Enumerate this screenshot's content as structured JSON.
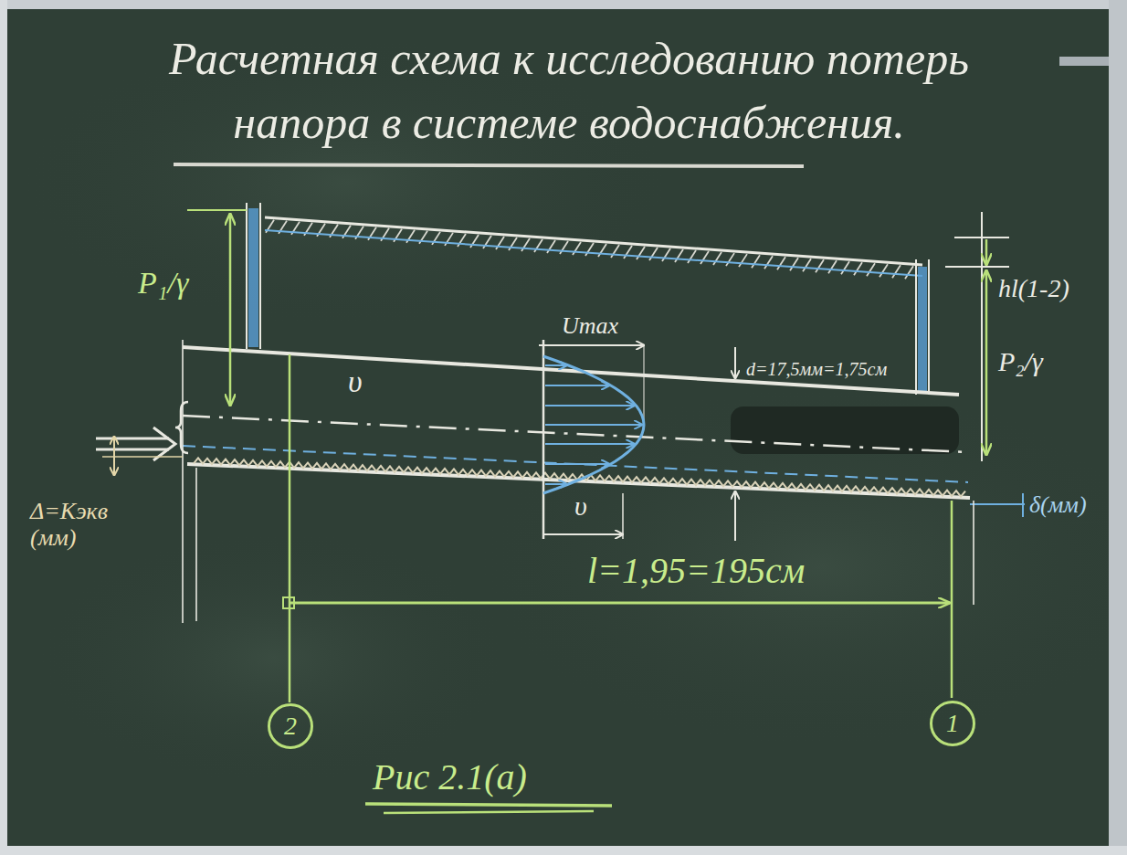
{
  "diagram": {
    "title": "Расчетная схема к исследованию потерь напора в системе водоснабжения.",
    "caption": "Рис 2.1(а)",
    "nodes": [
      {
        "text": [
          "2"
        ]
      },
      {
        "text": [
          "1"
        ]
      }
    ],
    "labels": [
      "P₁/γ",
      "υ",
      "Umax",
      "d=17,5мм=1,75см",
      "hl(1-2)",
      "P₂/γ",
      "δ(мм)",
      "Δ=Kэкв (мм)",
      "υ",
      "l=1,95=195см"
    ]
  }
}
